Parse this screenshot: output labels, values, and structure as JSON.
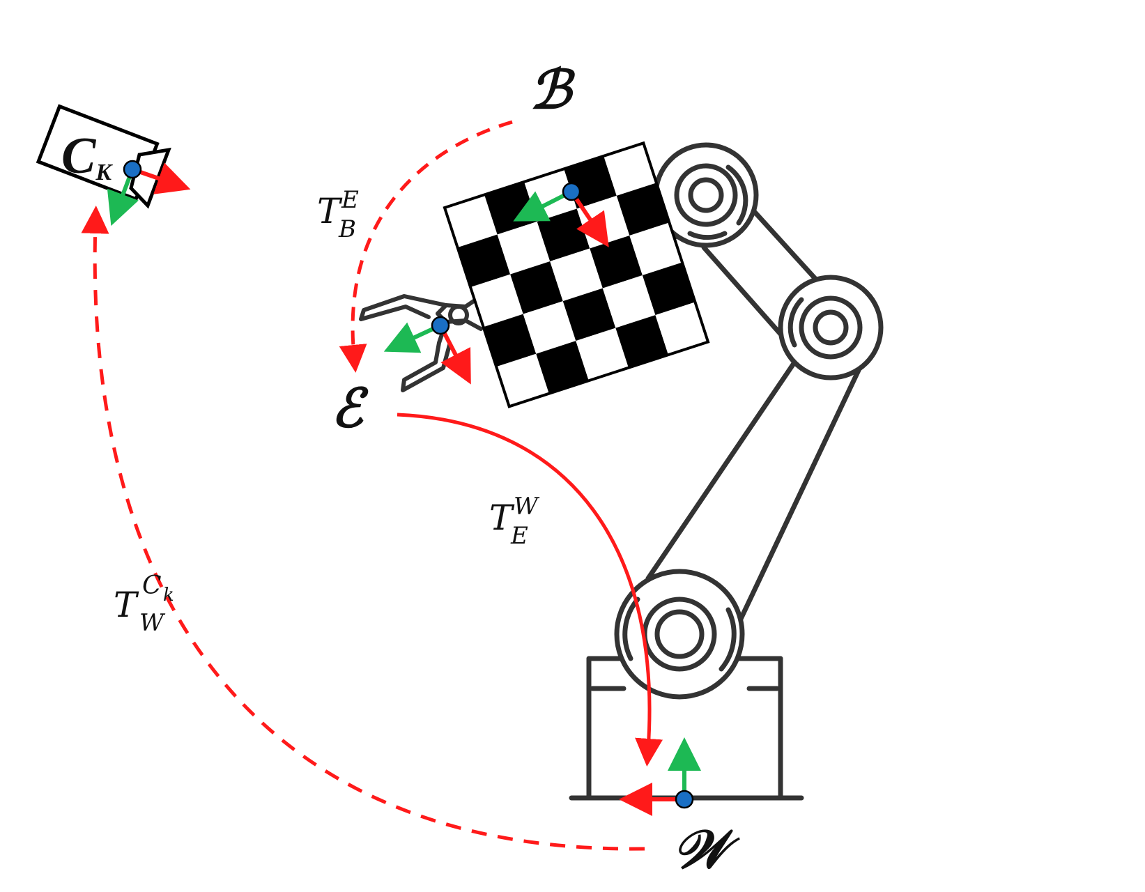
{
  "frames": {
    "camera": {
      "base": "C",
      "sub": "K"
    },
    "board": "ℬ",
    "effector": "ℰ",
    "world": "𝒲"
  },
  "transforms": {
    "board_to_effector": {
      "base": "T",
      "sub": "B",
      "sup": "E"
    },
    "effector_to_world": {
      "base": "T",
      "sub": "E",
      "sup": "W"
    },
    "world_to_camera": {
      "base": "T",
      "sub": "W",
      "sup_base": "C",
      "sup_sub": "k"
    }
  },
  "colors": {
    "arrow_red": "#ff1a1a",
    "axis_green": "#1db954",
    "origin_blue": "#1a6fc4",
    "robot_stroke": "#333333",
    "checker_dark": "#000000"
  },
  "icons": [
    "camera-icon",
    "checkerboard-icon",
    "gripper-icon",
    "robot-arm-icon"
  ]
}
